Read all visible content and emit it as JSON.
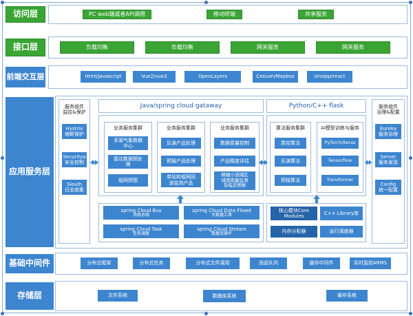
{
  "layers": {
    "access": "访问层",
    "interface": "接口层",
    "frontend": "前端交互层",
    "application": "应用服务层",
    "middleware": "基础中间件",
    "storage": "存储层"
  },
  "access_items": [
    "PC web端或者API调用",
    "移动终端",
    "共享服务"
  ],
  "interface_items": [
    "负载均衡",
    "负载均衡",
    "网关服务",
    "网关服务"
  ],
  "frontend_items": [
    "Html/javascript",
    "Vue2/vue3",
    "OpenLayers",
    "Cesium/Mapbox",
    "Uniapp/react"
  ],
  "app": {
    "left_title": "服务组件\n监控&保护",
    "left_items": [
      "Hystrix\n熔断保护",
      "Securitya\n安全控制",
      "Sleuth\n日志收集"
    ],
    "java_title": "Java/spring cloud gataway",
    "cluster1": {
      "title": "业务服务集群",
      "items": [
        "多源气象数据\n中心",
        "雷达数据预处\n理",
        "组网拼图"
      ]
    },
    "cluster2": {
      "title": "业务服务集群",
      "items": [
        "反演产品处理",
        "预报产品处理",
        "单站和组网回\n波监测产品"
      ]
    },
    "cluster3": {
      "title": "业务服务集群",
      "items": [
        "数据质量控制",
        "产品精度评估",
        "精细小流域区\n域面雨量监测\n及临近预报"
      ]
    },
    "spring_items": [
      {
        "name": "spring Cloud Bus",
        "sub": "消息总线"
      },
      {
        "name": "spring Cloud Data Flowd",
        "sub": "大数据工具"
      },
      {
        "name": "spring Cloud Task",
        "sub": "任务调度"
      },
      {
        "name": "spring Cloud Stream",
        "sub": "数据流操作"
      }
    ],
    "python_title": "Python/C++ flask",
    "algo": {
      "title": "算法服务集群",
      "items": [
        "质控算法",
        "反演算法",
        "预报算法"
      ]
    },
    "ai": {
      "title": "AI模型训练与服务",
      "items": [
        "PyTorch/Keras",
        "Tensorflow",
        "Transformer"
      ]
    },
    "core_items": [
      "核心模块Core\nModules",
      "C++ Library库",
      "内存分配器",
      "运行调度器"
    ],
    "right_title": "服务组件\n治理&配置",
    "right_items": [
      "Eureka\n服务治理",
      "Server\n服务发现",
      "Config\n统一配置"
    ]
  },
  "middleware_items": [
    "分布式框架",
    "分布式任务",
    "分布式文件调用",
    "消息队列",
    "缓存中间件",
    "实时监控ARMS"
  ],
  "storage_items": [
    "文件系统",
    "数据库系统",
    "缓存系统"
  ]
}
